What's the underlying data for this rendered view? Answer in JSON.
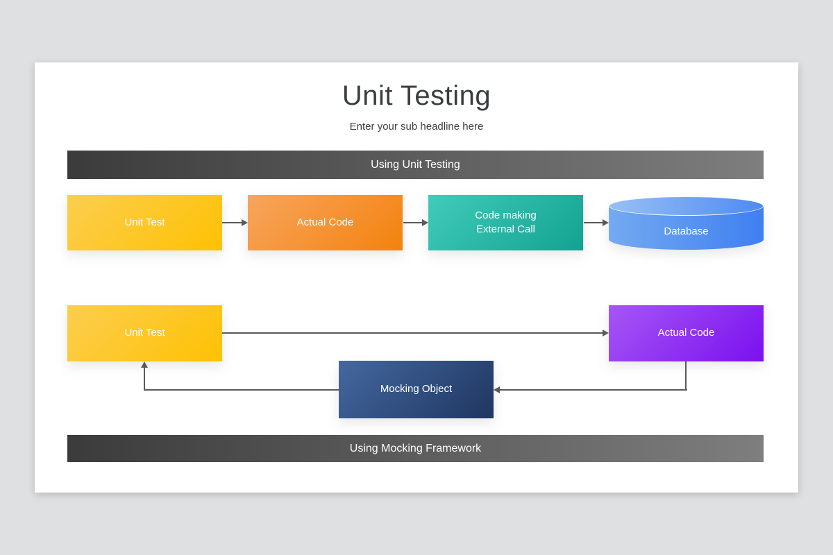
{
  "colors": {
    "canvas_bg": "#dfe0e1",
    "slide_bg": "#ffffff",
    "title_text": "#3a3d40",
    "node_text": "#ffffff",
    "arrow": "#595959"
  },
  "header": {
    "title": "Unit Testing",
    "subtitle": "Enter your sub headline here"
  },
  "banner_top": {
    "label": "Using Unit Testing",
    "grad": {
      "dir": "90deg",
      "from": "#3b3b3b",
      "to": "#7e7e7e"
    }
  },
  "banner_bottom": {
    "label": "Using Mocking Framework",
    "grad": {
      "dir": "90deg",
      "from": "#3b3b3b",
      "to": "#7e7e7e"
    }
  },
  "flow1": {
    "unit_test": {
      "label": "Unit Test",
      "grad": {
        "from": "#fcce4f",
        "to": "#fec103"
      }
    },
    "actual_code": {
      "label": "Actual Code",
      "grad": {
        "from": "#f7a55e",
        "to": "#f4820e"
      }
    },
    "external_call": {
      "label": "Code making External Call",
      "grad": {
        "from": "#41cbba",
        "to": "#13a291"
      }
    },
    "database": {
      "label": "Database",
      "body_grad": {
        "dir": "90deg",
        "from": "#74aaf1",
        "to": "#3f7ff1"
      },
      "top_grad": {
        "dir": "90deg",
        "from": "#98c0f5",
        "to": "#4e8af2"
      }
    }
  },
  "flow2": {
    "unit_test": {
      "label": "Unit Test",
      "grad": {
        "from": "#fcce4f",
        "to": "#fec103"
      }
    },
    "actual_code": {
      "label": "Actual Code",
      "grad": {
        "from": "#a557f5",
        "to": "#7b10ef"
      }
    },
    "mocking_object": {
      "label": "Mocking Object",
      "grad": {
        "from": "#44689f",
        "to": "#1f3660"
      }
    }
  }
}
